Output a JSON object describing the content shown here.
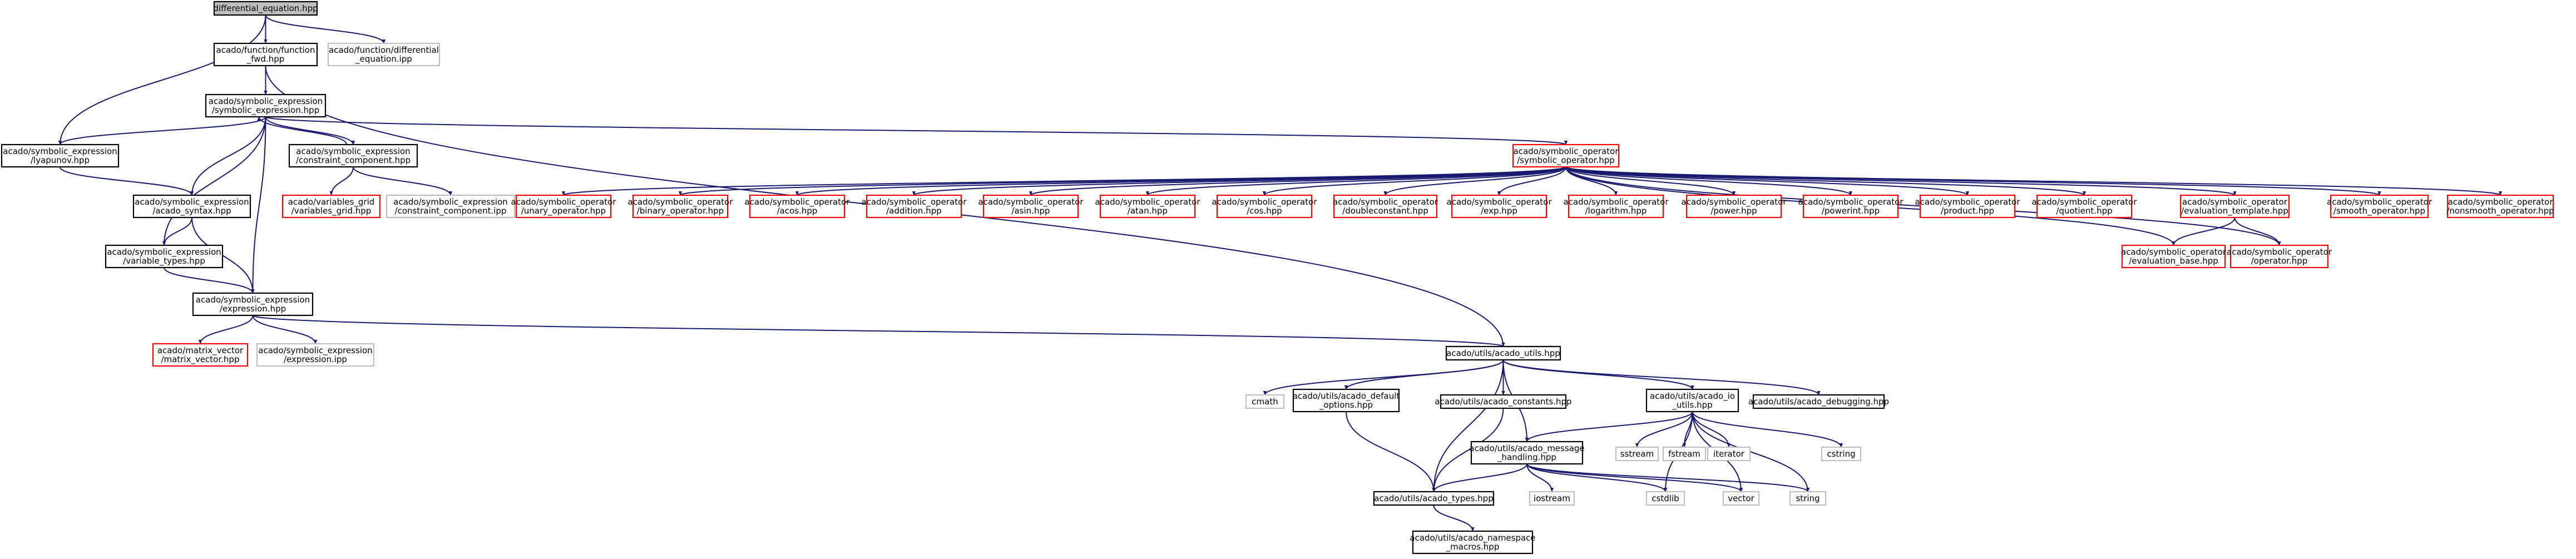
{
  "colors": {
    "root_fill": "#bfbfbf",
    "root_stroke": "#000000",
    "normal_stroke": "#000000",
    "missing_stroke": "#ff0000",
    "external_stroke": "#bfbfbf",
    "edge": "#191970"
  },
  "nodes": [
    {
      "id": "root",
      "kind": "root",
      "lines": [
        "differential_equation.hpp"
      ]
    },
    {
      "id": "function_fwd",
      "kind": "normal",
      "lines": [
        "acado/function/function",
        "_fwd.hpp"
      ]
    },
    {
      "id": "diffeq_ipp",
      "kind": "external",
      "lines": [
        "acado/function/differential",
        "_equation.ipp"
      ]
    },
    {
      "id": "sym_expr",
      "kind": "normal",
      "lines": [
        "acado/symbolic_expression",
        "/symbolic_expression.hpp"
      ]
    },
    {
      "id": "lyapunov",
      "kind": "normal",
      "lines": [
        "acado/symbolic_expression",
        "/lyapunov.hpp"
      ]
    },
    {
      "id": "constraint_comp",
      "kind": "normal",
      "lines": [
        "acado/symbolic_expression",
        "/constraint_component.hpp"
      ]
    },
    {
      "id": "syntax",
      "kind": "normal",
      "lines": [
        "acado/symbolic_expression",
        "/acado_syntax.hpp"
      ]
    },
    {
      "id": "variables_grid",
      "kind": "missing",
      "lines": [
        "acado/variables_grid",
        "/variables_grid.hpp"
      ]
    },
    {
      "id": "constraint_ipp",
      "kind": "external",
      "lines": [
        "acado/symbolic_expression",
        "/constraint_component.ipp"
      ]
    },
    {
      "id": "variable_types",
      "kind": "normal",
      "lines": [
        "acado/symbolic_expression",
        "/variable_types.hpp"
      ]
    },
    {
      "id": "expression",
      "kind": "normal",
      "lines": [
        "acado/symbolic_expression",
        "/expression.hpp"
      ]
    },
    {
      "id": "matrix_vector",
      "kind": "missing",
      "lines": [
        "acado/matrix_vector",
        "/matrix_vector.hpp"
      ]
    },
    {
      "id": "expression_ipp",
      "kind": "external",
      "lines": [
        "acado/symbolic_expression",
        "/expression.ipp"
      ]
    },
    {
      "id": "sym_operator",
      "kind": "missing",
      "lines": [
        "acado/symbolic_operator",
        "/symbolic_operator.hpp"
      ]
    },
    {
      "id": "unary",
      "kind": "missing",
      "lines": [
        "acado/symbolic_operator",
        "/unary_operator.hpp"
      ]
    },
    {
      "id": "binary",
      "kind": "missing",
      "lines": [
        "acado/symbolic_operator",
        "/binary_operator.hpp"
      ]
    },
    {
      "id": "acos",
      "kind": "missing",
      "lines": [
        "acado/symbolic_operator",
        "/acos.hpp"
      ]
    },
    {
      "id": "addition",
      "kind": "missing",
      "lines": [
        "acado/symbolic_operator",
        "/addition.hpp"
      ]
    },
    {
      "id": "asin",
      "kind": "missing",
      "lines": [
        "acado/symbolic_operator",
        "/asin.hpp"
      ]
    },
    {
      "id": "atan",
      "kind": "missing",
      "lines": [
        "acado/symbolic_operator",
        "/atan.hpp"
      ]
    },
    {
      "id": "cos",
      "kind": "missing",
      "lines": [
        "acado/symbolic_operator",
        "/cos.hpp"
      ]
    },
    {
      "id": "doubleconstant",
      "kind": "missing",
      "lines": [
        "acado/symbolic_operator",
        "/doubleconstant.hpp"
      ]
    },
    {
      "id": "exp",
      "kind": "missing",
      "lines": [
        "acado/symbolic_operator",
        "/exp.hpp"
      ]
    },
    {
      "id": "logarithm",
      "kind": "missing",
      "lines": [
        "acado/symbolic_operator",
        "/logarithm.hpp"
      ]
    },
    {
      "id": "power",
      "kind": "missing",
      "lines": [
        "acado/symbolic_operator",
        "/power.hpp"
      ]
    },
    {
      "id": "powerint",
      "kind": "missing",
      "lines": [
        "acado/symbolic_operator",
        "/powerint.hpp"
      ]
    },
    {
      "id": "product",
      "kind": "missing",
      "lines": [
        "acado/symbolic_operator",
        "/product.hpp"
      ]
    },
    {
      "id": "quotient",
      "kind": "missing",
      "lines": [
        "acado/symbolic_operator",
        "/quotient.hpp"
      ]
    },
    {
      "id": "eval_template",
      "kind": "missing",
      "lines": [
        "acado/symbolic_operator",
        "/evaluation_template.hpp"
      ]
    },
    {
      "id": "smooth",
      "kind": "missing",
      "lines": [
        "acado/symbolic_operator",
        "/smooth_operator.hpp"
      ]
    },
    {
      "id": "nonsmooth",
      "kind": "missing",
      "lines": [
        "acado/symbolic_operator",
        "/nonsmooth_operator.hpp"
      ]
    },
    {
      "id": "eval_base",
      "kind": "missing",
      "lines": [
        "acado/symbolic_operator",
        "/evaluation_base.hpp"
      ]
    },
    {
      "id": "operator",
      "kind": "missing",
      "lines": [
        "acado/symbolic_operator",
        "/operator.hpp"
      ]
    },
    {
      "id": "acado_utils",
      "kind": "normal",
      "lines": [
        "acado/utils/acado_utils.hpp"
      ]
    },
    {
      "id": "cmath",
      "kind": "external",
      "lines": [
        "cmath"
      ]
    },
    {
      "id": "default_options",
      "kind": "normal",
      "lines": [
        "acado/utils/acado_default",
        "_options.hpp"
      ]
    },
    {
      "id": "constants",
      "kind": "normal",
      "lines": [
        "acado/utils/acado_constants.hpp"
      ]
    },
    {
      "id": "io_utils",
      "kind": "normal",
      "lines": [
        "acado/utils/acado_io",
        "_utils.hpp"
      ]
    },
    {
      "id": "debugging",
      "kind": "normal",
      "lines": [
        "acado/utils/acado_debugging.hpp"
      ]
    },
    {
      "id": "message_handling",
      "kind": "normal",
      "lines": [
        "acado/utils/acado_message",
        "_handling.hpp"
      ]
    },
    {
      "id": "sstream",
      "kind": "external",
      "lines": [
        "sstream"
      ]
    },
    {
      "id": "fstream",
      "kind": "external",
      "lines": [
        "fstream"
      ]
    },
    {
      "id": "iterator",
      "kind": "external",
      "lines": [
        "iterator"
      ]
    },
    {
      "id": "cstring",
      "kind": "external",
      "lines": [
        "cstring"
      ]
    },
    {
      "id": "acado_types",
      "kind": "normal",
      "lines": [
        "acado/utils/acado_types.hpp"
      ]
    },
    {
      "id": "iostream",
      "kind": "external",
      "lines": [
        "iostream"
      ]
    },
    {
      "id": "cstdlib",
      "kind": "external",
      "lines": [
        "cstdlib"
      ]
    },
    {
      "id": "vector",
      "kind": "external",
      "lines": [
        "vector"
      ]
    },
    {
      "id": "string",
      "kind": "external",
      "lines": [
        "string"
      ]
    },
    {
      "id": "namespace_macros",
      "kind": "normal",
      "lines": [
        "acado/utils/acado_namespace",
        "_macros.hpp"
      ]
    }
  ],
  "edges": [
    [
      "root",
      "function_fwd"
    ],
    [
      "root",
      "diffeq_ipp"
    ],
    [
      "root",
      "lyapunov"
    ],
    [
      "function_fwd",
      "sym_expr"
    ],
    [
      "function_fwd",
      "acado_utils"
    ],
    [
      "sym_expr",
      "lyapunov"
    ],
    [
      "sym_expr",
      "constraint_comp"
    ],
    [
      "sym_expr",
      "syntax"
    ],
    [
      "sym_expr",
      "variable_types"
    ],
    [
      "sym_expr",
      "expression"
    ],
    [
      "sym_expr",
      "sym_operator"
    ],
    [
      "constraint_comp",
      "sym_expr"
    ],
    [
      "constraint_comp",
      "variables_grid"
    ],
    [
      "constraint_comp",
      "constraint_ipp"
    ],
    [
      "lyapunov",
      "syntax"
    ],
    [
      "syntax",
      "variable_types"
    ],
    [
      "syntax",
      "expression"
    ],
    [
      "variable_types",
      "expression"
    ],
    [
      "expression",
      "matrix_vector"
    ],
    [
      "expression",
      "expression_ipp"
    ],
    [
      "expression",
      "acado_utils"
    ],
    [
      "sym_operator",
      "unary"
    ],
    [
      "sym_operator",
      "binary"
    ],
    [
      "sym_operator",
      "acos"
    ],
    [
      "sym_operator",
      "addition"
    ],
    [
      "sym_operator",
      "asin"
    ],
    [
      "sym_operator",
      "atan"
    ],
    [
      "sym_operator",
      "cos"
    ],
    [
      "sym_operator",
      "doubleconstant"
    ],
    [
      "sym_operator",
      "exp"
    ],
    [
      "sym_operator",
      "logarithm"
    ],
    [
      "sym_operator",
      "power"
    ],
    [
      "sym_operator",
      "powerint"
    ],
    [
      "sym_operator",
      "product"
    ],
    [
      "sym_operator",
      "quotient"
    ],
    [
      "sym_operator",
      "eval_template"
    ],
    [
      "sym_operator",
      "smooth"
    ],
    [
      "sym_operator",
      "nonsmooth"
    ],
    [
      "sym_operator",
      "eval_base"
    ],
    [
      "sym_operator",
      "operator"
    ],
    [
      "eval_template",
      "eval_base"
    ],
    [
      "eval_template",
      "operator"
    ],
    [
      "acado_utils",
      "cmath"
    ],
    [
      "acado_utils",
      "default_options"
    ],
    [
      "acado_utils",
      "constants"
    ],
    [
      "acado_utils",
      "io_utils"
    ],
    [
      "acado_utils",
      "debugging"
    ],
    [
      "acado_utils",
      "message_handling"
    ],
    [
      "acado_utils",
      "acado_types"
    ],
    [
      "default_options",
      "acado_types"
    ],
    [
      "constants",
      "acado_types"
    ],
    [
      "io_utils",
      "message_handling"
    ],
    [
      "io_utils",
      "sstream"
    ],
    [
      "io_utils",
      "fstream"
    ],
    [
      "io_utils",
      "iterator"
    ],
    [
      "io_utils",
      "cstring"
    ],
    [
      "io_utils",
      "cstdlib"
    ],
    [
      "io_utils",
      "vector"
    ],
    [
      "io_utils",
      "string"
    ],
    [
      "message_handling",
      "acado_types"
    ],
    [
      "message_handling",
      "iostream"
    ],
    [
      "message_handling",
      "cstdlib"
    ],
    [
      "message_handling",
      "vector"
    ],
    [
      "message_handling",
      "string"
    ],
    [
      "acado_types",
      "namespace_macros"
    ]
  ]
}
